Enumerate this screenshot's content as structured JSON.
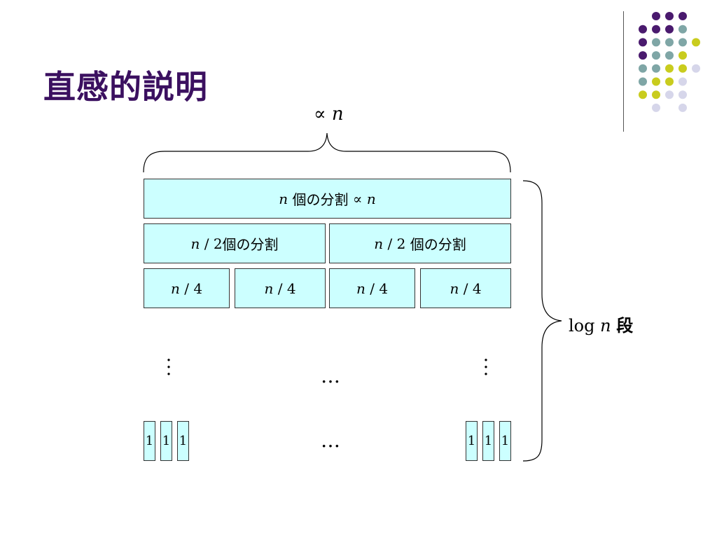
{
  "slide": {
    "title": "直感的説明",
    "top_label": {
      "symbol": "∝",
      "var": "n"
    },
    "level1": {
      "var": "n",
      "text": "個の分割",
      "symbol": "∝",
      "var2": "n"
    },
    "level2": [
      {
        "var": "n",
        "slash": "/",
        "num": "2",
        "text": "個の分割"
      },
      {
        "var": "n",
        "slash": "/",
        "num": "2",
        "text": "個の分割"
      }
    ],
    "level3": [
      {
        "var": "n",
        "slash": "/",
        "num": "4"
      },
      {
        "var": "n",
        "slash": "/",
        "num": "4"
      },
      {
        "var": "n",
        "slash": "/",
        "num": "4"
      },
      {
        "var": "n",
        "slash": "/",
        "num": "4"
      }
    ],
    "ellipsis": "…",
    "leaf": "1",
    "right_label": {
      "prefix": "log",
      "var": "n",
      "suffix": "段"
    }
  },
  "colors": {
    "title": "#3b1060",
    "box_fill": "#ccffff",
    "dot_purple": "#4a1a6e",
    "dot_teal": "#7fa6a6",
    "dot_yellow": "#c9cc1e",
    "dot_lavender": "#d6d6ea"
  }
}
